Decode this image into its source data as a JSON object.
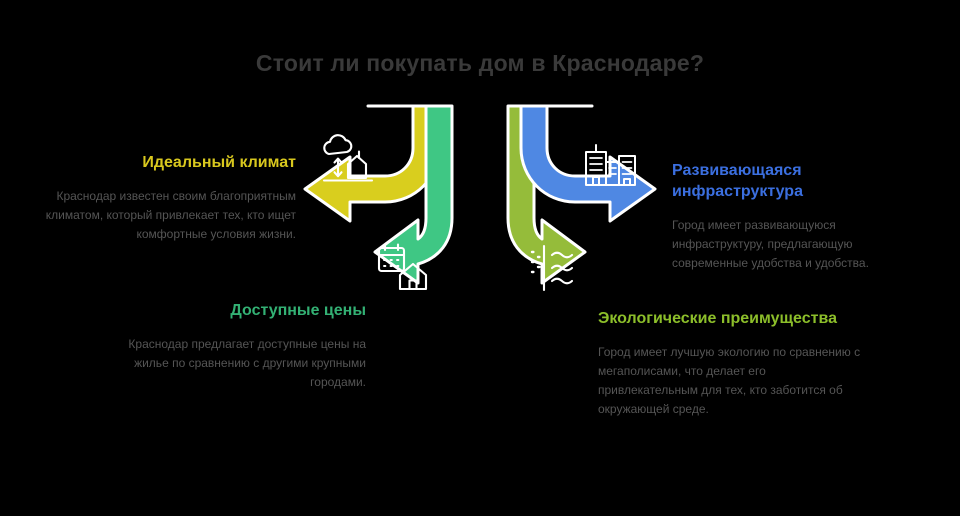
{
  "title": "Стоит ли покупать дом в Краснодаре?",
  "colors": {
    "background": "#000000",
    "title": "#3a3a3a",
    "body_text": "#555555",
    "yellow": "#d9ce1e",
    "yellow_heading": "#d9c81e",
    "teal_green": "#3fc784",
    "teal_green_heading": "#33b174",
    "olive_green": "#95bc3a",
    "olive_green_heading": "#8cbe2a",
    "blue": "#4f88e3",
    "blue_heading": "#3b6fe0",
    "arrow_outline": "#ffffff",
    "icon": "#ffffff"
  },
  "blocks": {
    "climate": {
      "heading": "Идеальный климат",
      "body": "Краснодар известен своим благоприятным климатом, который привлекает тех, кто ищет комфортные условия жизни.",
      "icon": "cloud-house-icon",
      "arrow_color": "#d9ce1e",
      "arrow_direction": "left"
    },
    "prices": {
      "heading": "Доступные цены",
      "body": "Краснодар предлагает доступные цены на жилье по сравнению с другими крупными городами.",
      "icon": "calendar-house-icon",
      "arrow_color": "#3fc784",
      "arrow_direction": "down"
    },
    "infrastructure": {
      "heading": "Развивающаяся инфраструктура",
      "body": "Город имеет развивающуюся инфраструктуру, предлагающую современные удобства и удобства.",
      "icon": "city-buildings-icon",
      "arrow_color": "#4f88e3",
      "arrow_direction": "right"
    },
    "ecology": {
      "heading": "Экологические преимущества",
      "body": "Город имеет лучшую экологию по сравнению с мегаполисами, что делает его привлекательным для тех, кто заботится об окружающей среде.",
      "icon": "air-waves-icon",
      "arrow_color": "#95bc3a",
      "arrow_direction": "down"
    }
  }
}
